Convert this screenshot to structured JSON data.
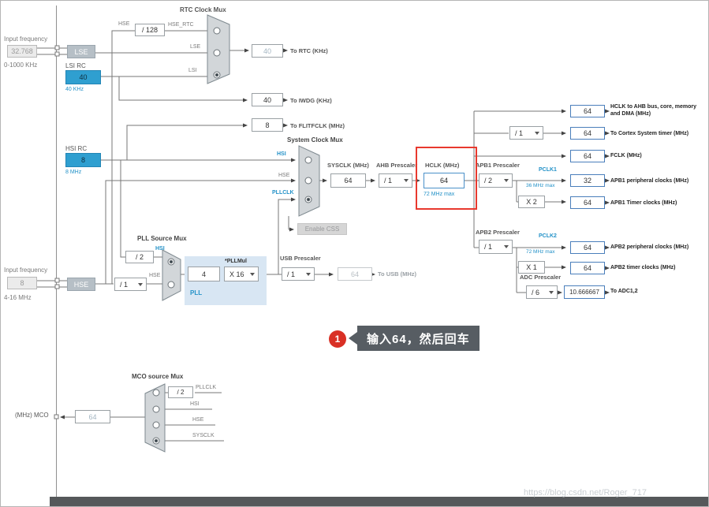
{
  "watermark": "https://blog.csdn.net/Roger_717",
  "annotation": {
    "step": "1",
    "text": "输入64，然后回车"
  },
  "sources": {
    "input_frequency_top": {
      "label": "Input frequency",
      "value": "32.768",
      "range": "0-1000 KHz"
    },
    "lse_label": "LSE",
    "lsi_rc_label": "LSI RC",
    "lsi_value": "40",
    "lsi_freq": "40 KHz",
    "hsi_rc_label": "HSI RC",
    "hsi_value": "8",
    "hsi_freq": "8 MHz",
    "input_frequency_bottom": {
      "label": "Input frequency",
      "value": "8",
      "range": "4-16 MHz"
    },
    "hse_label": "HSE"
  },
  "rtc_mux": {
    "title": "RTC Clock Mux",
    "hse_in_label": "HSE",
    "hse_div": "/ 128",
    "hse_rtc_label": "HSE_RTC",
    "lse_in_label": "LSE",
    "lsi_in_label": "LSI",
    "rtc_value": "40",
    "rtc_label": "To RTC (KHz)",
    "iwdg_value": "40",
    "iwdg_label": "To IWDG (KHz)",
    "flitf_value": "8",
    "flitf_label": "To FLITFCLK (MHz)"
  },
  "system_mux": {
    "title": "System Clock Mux",
    "hsi_label": "HSI",
    "hse_label": "HSE",
    "pllclk_label": "PLLCLK",
    "enable_css": "Enable CSS"
  },
  "sysclk": {
    "label": "SYSCLK (MHz)",
    "value": "64"
  },
  "ahb": {
    "label": "AHB Prescaler",
    "value": "/ 1"
  },
  "hclk": {
    "label": "HCLK (MHz)",
    "value": "64",
    "max": "72 MHz max"
  },
  "outputs": {
    "hclk_ahb": {
      "value": "64",
      "label": "HCLK to AHB bus, core, memory and DMA (MHz)"
    },
    "cortex": {
      "prescaler": "/ 1",
      "value": "64",
      "label": "To Cortex System timer (MHz)"
    },
    "fclk": {
      "value": "64",
      "label": "FCLK (MHz)"
    },
    "apb1": {
      "title": "APB1 Prescaler",
      "prescaler": "/ 2",
      "pclk_label": "PCLK1",
      "pclk_max": "36 MHz max",
      "periph_value": "32",
      "periph_label": "APB1 peripheral clocks (MHz)",
      "mul": "X 2",
      "timer_value": "64",
      "timer_label": "APB1 Timer clocks (MHz)"
    },
    "apb2": {
      "title": "APB2 Prescaler",
      "prescaler": "/ 1",
      "pclk_label": "PCLK2",
      "pclk_max": "72 MHz max",
      "periph_value": "64",
      "periph_label": "APB2 peripheral clocks (MHz)",
      "mul": "X 1",
      "timer_value": "64",
      "timer_label": "APB2 timer clocks (MHz)"
    },
    "adc": {
      "title": "ADC Prescaler",
      "prescaler": "/ 6",
      "value": "10.666667",
      "label": "To ADC1,2"
    }
  },
  "pll": {
    "title": "PLL Source Mux",
    "hsi_div": "/ 2",
    "hsi_label": "HSI",
    "hse_div": "/ 1",
    "hse_label": "HSE",
    "input_value": "4",
    "pllmul_label": "*PLLMul",
    "pllmul_value": "X 16",
    "pll_label": "PLL"
  },
  "usb": {
    "title": "USB Prescaler",
    "prescaler": "/ 1",
    "value": "64",
    "label": "To USB (MHz)"
  },
  "mco": {
    "title": "MCO source Mux",
    "div": "/ 2",
    "pllclk_label": "PLLCLK",
    "hsi_label": "HSI",
    "hse_label": "HSE",
    "sysclk_label": "SYSCLK",
    "out_label": "(MHz) MCO",
    "value": "64"
  }
}
